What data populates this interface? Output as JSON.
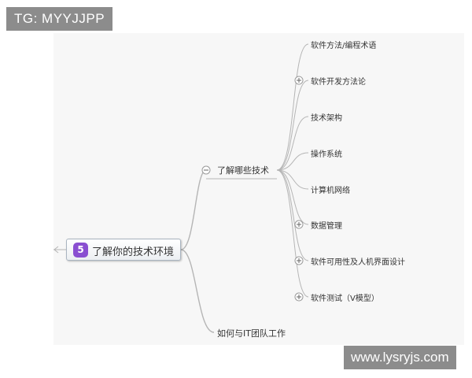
{
  "watermark_top": "TG: MYYJJPP",
  "watermark_bottom": "www.lysryjs.com",
  "root": {
    "badge": "5",
    "label": "了解你的技术环境"
  },
  "branches": [
    {
      "label": "了解哪些技术",
      "toggle": "collapse"
    },
    {
      "label": "如何与IT团队工作"
    }
  ],
  "leaves": [
    {
      "label": "软件方法/编程术语",
      "toggle": "none"
    },
    {
      "label": "软件开发方法论",
      "toggle": "expand"
    },
    {
      "label": "技术架构",
      "toggle": "none"
    },
    {
      "label": "操作系统",
      "toggle": "none"
    },
    {
      "label": "计算机网络",
      "toggle": "none"
    },
    {
      "label": "数据管理",
      "toggle": "expand"
    },
    {
      "label": "软件可用性及人机界面设计",
      "toggle": "expand"
    },
    {
      "label": "软件测试（V模型）",
      "toggle": "expand"
    }
  ],
  "colors": {
    "line": "#b5b5b5",
    "badge": "#8a4fd1",
    "canvas": "#f7f7f7"
  }
}
